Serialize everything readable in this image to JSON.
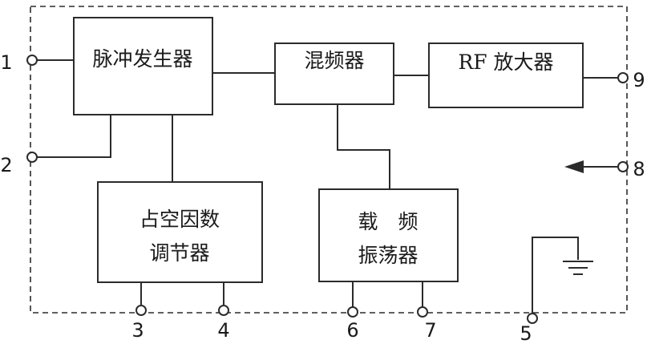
{
  "blocks": {
    "pulse_generator": "脉冲发生器",
    "mixer": "混频器",
    "rf_amplifier": "RF 放大器",
    "duty_cycle_adjuster_line1": "占空因数",
    "duty_cycle_adjuster_line2": "调节器",
    "carrier_oscillator_line1": "载　频",
    "carrier_oscillator_line2": "振荡器"
  },
  "pins": {
    "p1": "1",
    "p2": "2",
    "p3": "3",
    "p4": "4",
    "p5": "5",
    "p6": "6",
    "p7": "7",
    "p8": "8",
    "p9": "9"
  },
  "colors": {
    "line": "#2b2b2b",
    "background": "#ffffff"
  }
}
